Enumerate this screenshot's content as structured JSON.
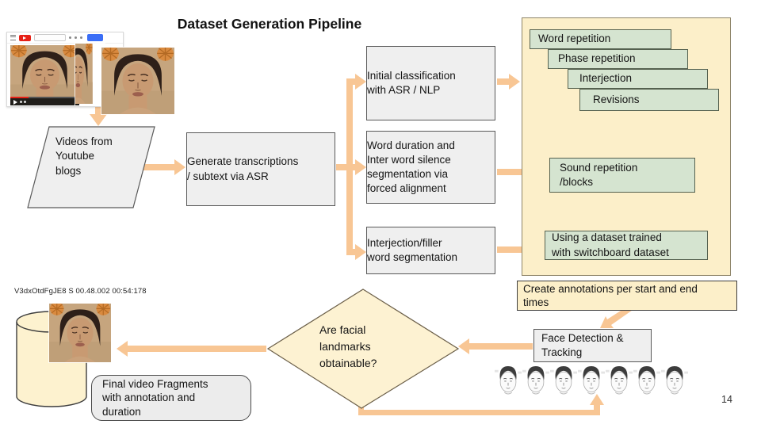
{
  "title": "Dataset Generation Pipeline",
  "page_number": "14",
  "clip_label": "V3dxOtdFgJE8 S 00.48.002 00:54:178",
  "nodes": {
    "videos": "Videos from\nYoutube\nblogs",
    "generate": "Generate transcriptions\n/ subtext via ASR",
    "initial": "Initial classification\nwith ASR / NLP",
    "word_duration": "Word duration and\nInter word silence\nsegmentation via\nforced alignment",
    "interjection_filler": "Interjection/filler\nword segmentation",
    "create_annotations": "Create annotations per start and end\ntimes",
    "face_detection": "Face Detection &\nTracking",
    "decision": "Are facial\nlandmarks\nobtainable?",
    "final_fragments": "Final video Fragments\nwith annotation and\nduration"
  },
  "classifications": [
    "Word repetition",
    "Phase repetition",
    "Interjection",
    "Revisions"
  ],
  "sound_repetition": "Sound repetition\n/blocks",
  "switchboard": "Using a dataset trained\nwith switchboard dataset",
  "faces_strip": {
    "count": 7
  },
  "colors": {
    "arrow": "#f8c694",
    "panel_yellow": "#fcefc9",
    "green_box": "#d5e4d0",
    "gray_box": "#efefef"
  }
}
